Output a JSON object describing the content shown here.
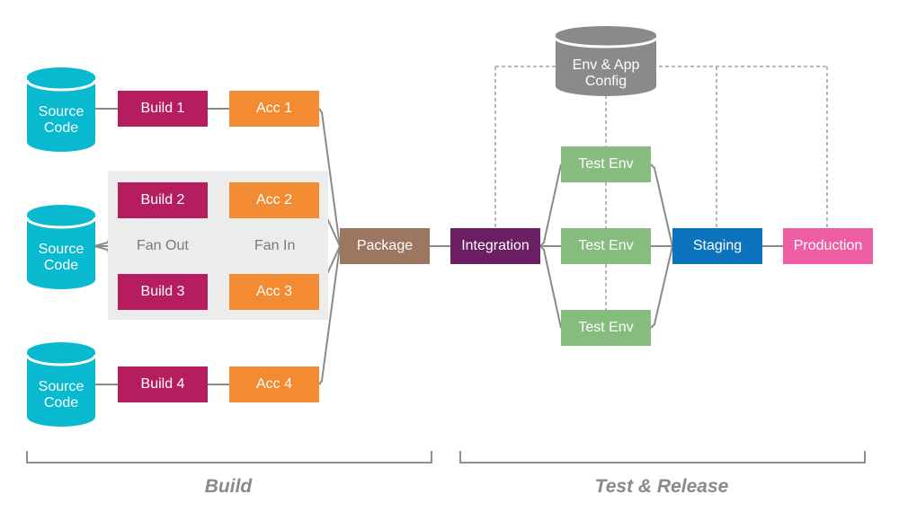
{
  "sources": [
    {
      "label_1": "Source",
      "label_2": "Code"
    },
    {
      "label_1": "Source",
      "label_2": "Code"
    },
    {
      "label_1": "Source",
      "label_2": "Code"
    }
  ],
  "builds": [
    "Build 1",
    "Build 2",
    "Build 3",
    "Build 4"
  ],
  "accs": [
    "Acc 1",
    "Acc 2",
    "Acc 3",
    "Acc 4"
  ],
  "fan": {
    "out": "Fan Out",
    "in": "Fan In"
  },
  "package": "Package",
  "integration": "Integration",
  "config": {
    "label_1": "Env & App",
    "label_2": "Config"
  },
  "test_envs": [
    "Test Env",
    "Test Env",
    "Test Env"
  ],
  "staging": "Staging",
  "production": "Production",
  "sections": {
    "build": "Build",
    "test_release": "Test & Release"
  },
  "colors": {
    "source_db": "#08b9cf",
    "config_db": "#8a8a8a",
    "build": "#b51d5e",
    "acc": "#f28b31",
    "package": "#9c7660",
    "integration": "#6b1e63",
    "test_env": "#86bd7f",
    "staging": "#0c73bd",
    "production": "#ef5da3"
  }
}
